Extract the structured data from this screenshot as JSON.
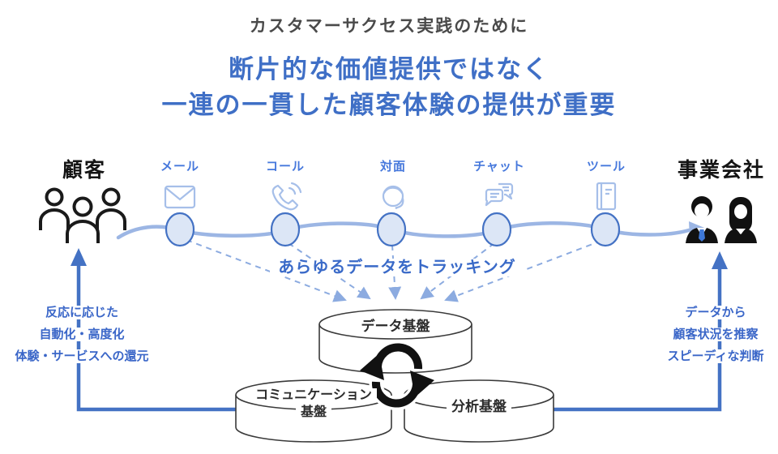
{
  "header": {
    "subtitle": "カスタマーサクセス実践のために",
    "title_line1": "断片的な価値提供ではなく",
    "title_line2": "一連の一貫した顧客体験の提供が重要"
  },
  "journey": {
    "customer_label": "顧客",
    "company_label": "事業会社",
    "channels": [
      {
        "label": "メール",
        "icon": "mail-icon"
      },
      {
        "label": "コール",
        "icon": "phone-icon"
      },
      {
        "label": "対面",
        "icon": "face-icon"
      },
      {
        "label": "チャット",
        "icon": "chat-icon"
      },
      {
        "label": "ツール",
        "icon": "tool-icon"
      }
    ],
    "tracking_text": "あらゆるデータをトラッキング"
  },
  "platforms": {
    "data": "データ基盤",
    "communication_line1": "コミュニケーション",
    "communication_line2": "基盤",
    "analysis": "分析基盤"
  },
  "left_note": {
    "line1": "反応に応じた",
    "line2": "自動化・高度化",
    "line3": "体験・サービスへの還元"
  },
  "right_note": {
    "line1": "データから",
    "line2": "顧客状況を推察",
    "line3": "スピーディな判断"
  },
  "colors": {
    "title_blue": "#3f6fc6",
    "label_blue": "#4678dc",
    "icon_light_blue": "#a6bfe9",
    "wave_blue": "#9cb6e4",
    "node_fill": "#dce6f6",
    "node_border": "#4472c4",
    "arrow_blue": "#4472c4",
    "dark_text": "#2b2b2b"
  }
}
